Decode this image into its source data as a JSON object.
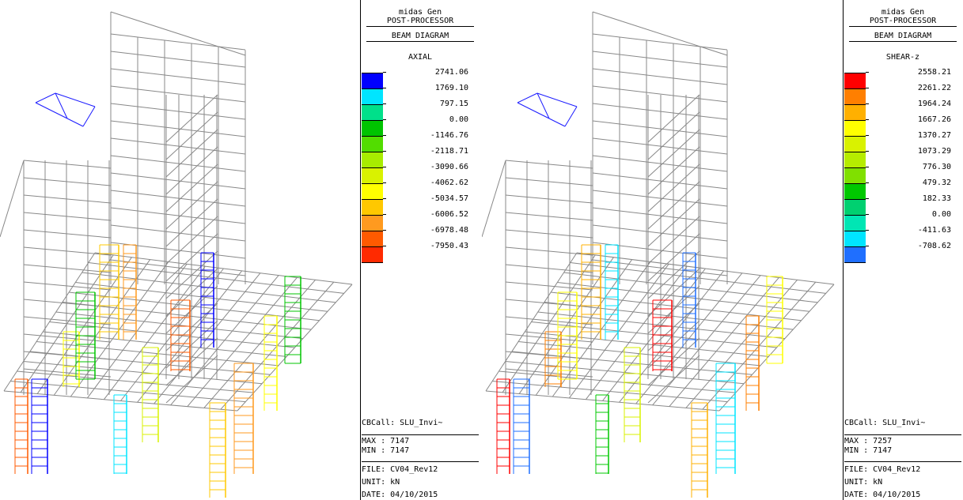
{
  "views": [
    {
      "id": "left",
      "app_title": "midas Gen",
      "subtitle": "POST-PROCESSOR",
      "diagram_type": "BEAM DIAGRAM",
      "component": "AXIAL",
      "legend": [
        {
          "value": "2741.06",
          "color": "#0000ff"
        },
        {
          "value": "1769.10",
          "color": "#00e5ff"
        },
        {
          "value": "797.15",
          "color": "#00e08a"
        },
        {
          "value": "0.00",
          "color": "#00c400"
        },
        {
          "value": "-1146.76",
          "color": "#52dd00"
        },
        {
          "value": "-2118.71",
          "color": "#a8ec00"
        },
        {
          "value": "-3090.66",
          "color": "#d9f200"
        },
        {
          "value": "-4062.62",
          "color": "#ffff00"
        },
        {
          "value": "-5034.57",
          "color": "#ffc800"
        },
        {
          "value": "-6006.52",
          "color": "#ff9a1f"
        },
        {
          "value": "-6978.48",
          "color": "#ff5a00"
        },
        {
          "value": "-7950.43",
          "color": "#ff2a00"
        }
      ],
      "load_case": "CBCall: SLU_Invi~",
      "max": "MAX : 7147",
      "min": "MIN : 7147",
      "file": "FILE: CV04_Rev12",
      "unit": "UNIT: kN",
      "date": "DATE: 04/10/2015",
      "column_colors": [
        "#ff5a00",
        "#0000ff",
        "#ffc800",
        "#ff9a1f",
        "#ffff00",
        "#00c400",
        "#00e5ff",
        "#d9f200"
      ]
    },
    {
      "id": "right",
      "app_title": "midas Gen",
      "subtitle": "POST-PROCESSOR",
      "diagram_type": "BEAM DIAGRAM",
      "component": "SHEAR-z",
      "legend": [
        {
          "value": "2558.21",
          "color": "#ff0000"
        },
        {
          "value": "2261.22",
          "color": "#ff7f00"
        },
        {
          "value": "1964.24",
          "color": "#ffb000"
        },
        {
          "value": "1667.26",
          "color": "#ffff00"
        },
        {
          "value": "1370.27",
          "color": "#d9f200"
        },
        {
          "value": "1073.29",
          "color": "#b6ec00"
        },
        {
          "value": "776.30",
          "color": "#80e000"
        },
        {
          "value": "479.32",
          "color": "#00c800"
        },
        {
          "value": "182.33",
          "color": "#00d070"
        },
        {
          "value": "0.00",
          "color": "#00e6b4"
        },
        {
          "value": "-411.63",
          "color": "#00e5ff"
        },
        {
          "value": "-708.62",
          "color": "#1f6fff"
        }
      ],
      "load_case": "CBCall: SLU_Invi~",
      "max": "MAX : 7257",
      "min": "MIN : 7147",
      "file": "FILE: CV04_Rev12",
      "unit": "UNIT: kN",
      "date": "DATE: 04/10/2015",
      "column_colors": [
        "#ff0000",
        "#1f6fff",
        "#ffb000",
        "#00e5ff",
        "#ff7f00",
        "#ffff00",
        "#00c800",
        "#d9f200"
      ]
    }
  ]
}
